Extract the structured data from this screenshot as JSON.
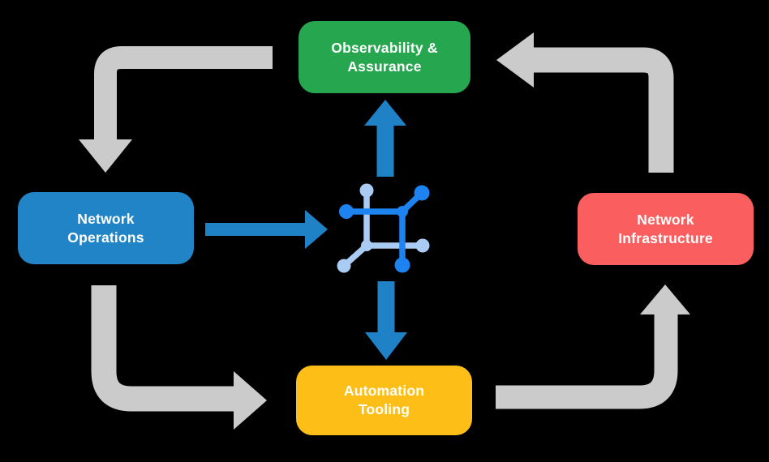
{
  "diagram": {
    "background_color": "#000000",
    "nodes": {
      "top": {
        "label": "Observability &\nAssurance",
        "color": "#26A64F"
      },
      "left": {
        "label": "Network\nOperations",
        "color": "#2184C7"
      },
      "right": {
        "label": "Network\nInfrastructure",
        "color": "#FB5E5E"
      },
      "bottom": {
        "label": "Automation\nTooling",
        "color": "#FCBE17"
      }
    },
    "center_icon": {
      "name": "network-nodes-icon",
      "color_dark": "#1D83F0",
      "color_light": "#A9CBF4"
    },
    "connections": [
      {
        "from": "top",
        "to": "left",
        "style": "gray-elbow-arrow"
      },
      {
        "from": "left",
        "to": "bottom",
        "style": "gray-elbow-arrow"
      },
      {
        "from": "bottom",
        "to": "right",
        "style": "gray-elbow-arrow"
      },
      {
        "from": "right",
        "to": "top",
        "style": "gray-elbow-arrow"
      },
      {
        "from": "left",
        "to": "center-icon",
        "style": "blue-straight-arrow"
      },
      {
        "from": "center-icon",
        "to": "top",
        "style": "blue-straight-arrow"
      },
      {
        "from": "center-icon",
        "to": "bottom",
        "style": "blue-straight-arrow"
      }
    ],
    "colors": {
      "arrow_gray": "#CBCBCB",
      "arrow_blue": "#1F81C6",
      "label_text": "#FFFFFF"
    }
  }
}
